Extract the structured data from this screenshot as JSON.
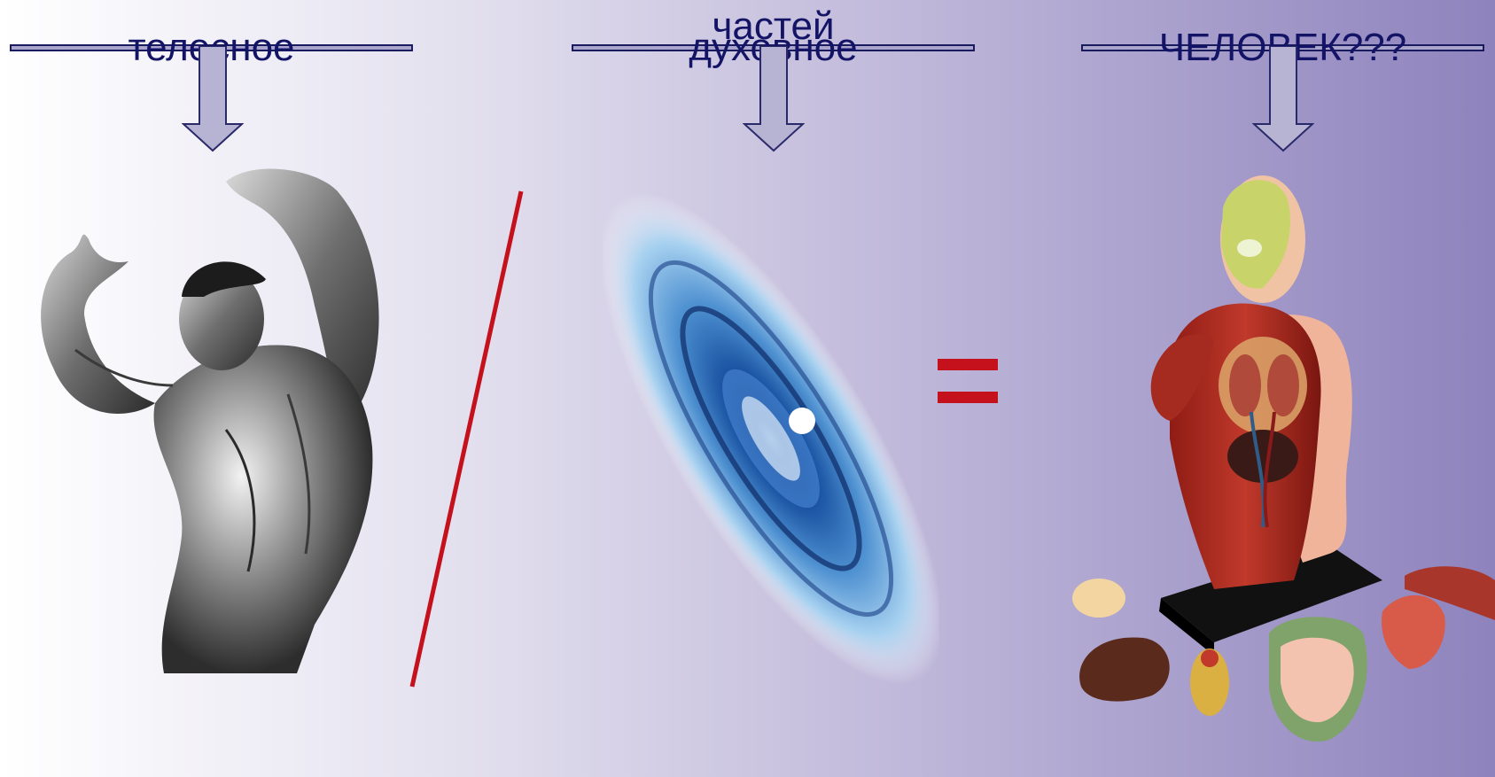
{
  "headers": {
    "body_label": "телесное",
    "spirit_label": "духовное",
    "spirit_over_label": "частей",
    "human_label": "ЧЕЛОВЕК???"
  },
  "operators": {
    "equals": "="
  },
  "colors": {
    "header_text": "#141466",
    "accent_red": "#c4111c",
    "bar_fill": "#a9a5cc"
  }
}
